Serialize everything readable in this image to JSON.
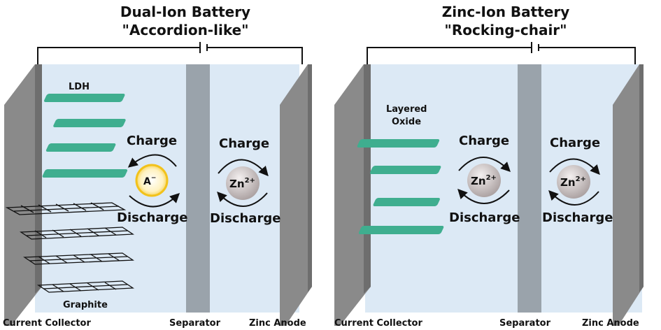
{
  "panels": [
    {
      "title_line1": "Dual-Ion Battery",
      "title_line2": "\"Accordion-like\"",
      "cathode_label": "LDH",
      "graphite_label": "Graphite",
      "charge_label_left": "Charge",
      "discharge_label_left": "Discharge",
      "charge_label_right": "Charge",
      "discharge_label_right": "Discharge",
      "ion_left": {
        "base": "A",
        "sup": "−"
      },
      "ion_right": {
        "base": "Zn",
        "sup": "2+"
      },
      "collector_label": "Current Collector",
      "separator_label": "Separator",
      "anode_label": "Zinc Anode"
    },
    {
      "title_line1": "Zinc-Ion Battery",
      "title_line2": "\"Rocking-chair\"",
      "cathode_label_line1": "Layered",
      "cathode_label_line2": "Oxide",
      "charge_label_left": "Charge",
      "discharge_label_left": "Discharge",
      "charge_label_right": "Charge",
      "discharge_label_right": "Discharge",
      "ion_left": {
        "base": "Zn",
        "sup": "2+"
      },
      "ion_right": {
        "base": "Zn",
        "sup": "2+"
      },
      "collector_label": "Current Collector",
      "separator_label": "Separator",
      "anode_label": "Zinc Anode"
    }
  ],
  "colors": {
    "electrolyte": "#dce9f5",
    "plate": "#8a8a8a",
    "plate_dark": "#6e6e6e",
    "separator": "#9aa3ab",
    "layer": "#3fae8f",
    "layer_dark": "#2a8a6e",
    "ion_anion_ring": "#f2c21b",
    "ion_anion_fill": "#fff3c4",
    "ion_zinc": "#b9b0b0"
  }
}
